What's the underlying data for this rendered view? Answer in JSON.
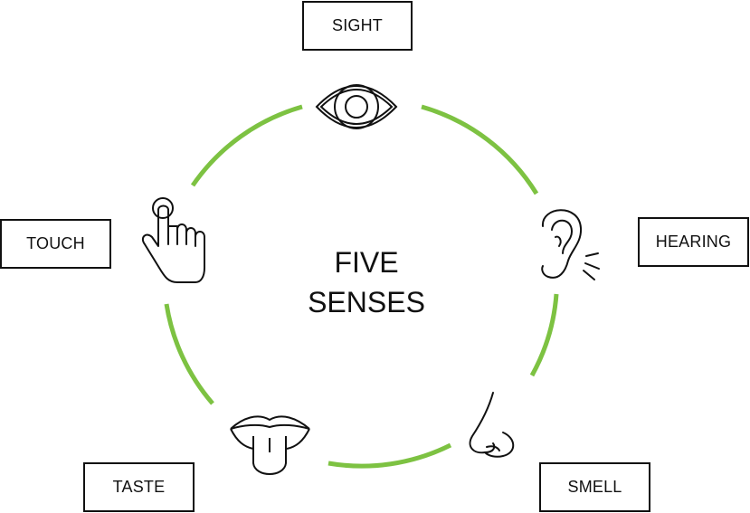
{
  "title": {
    "line1": "FIVE",
    "line2": "SENSES"
  },
  "senses": [
    {
      "label": "SIGHT",
      "icon": "eye-icon"
    },
    {
      "label": "HEARING",
      "icon": "ear-icon"
    },
    {
      "label": "SMELL",
      "icon": "nose-icon"
    },
    {
      "label": "TASTE",
      "icon": "tongue-icon"
    },
    {
      "label": "TOUCH",
      "icon": "hand-icon"
    }
  ],
  "colors": {
    "ring": "#7dc242",
    "stroke": "#111111"
  }
}
